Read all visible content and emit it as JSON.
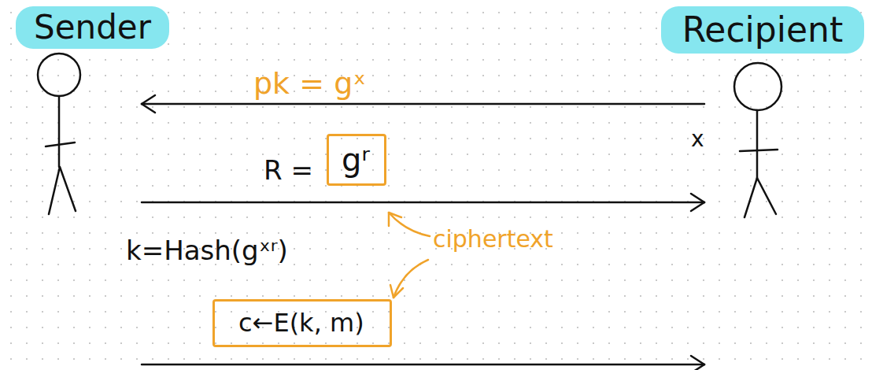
{
  "diagram": {
    "nodes": [
      {
        "text": [
          "Sender"
        ]
      },
      {
        "text": [
          "Recipient"
        ]
      },
      {
        "text": [
          "gʳ"
        ]
      },
      {
        "text": [
          "c←E(k, m)"
        ]
      }
    ],
    "edges": [
      {
        "from": 1,
        "to": 0,
        "arrow": "to",
        "label": "pk = gˣ"
      },
      {
        "from": 0,
        "to": 1,
        "arrow": "to"
      },
      {
        "from": 0,
        "to": 1,
        "arrow": "to"
      }
    ],
    "labels": [
      "R =",
      "x",
      "k=Hash(gˣʳ)",
      "ciphertext"
    ]
  }
}
